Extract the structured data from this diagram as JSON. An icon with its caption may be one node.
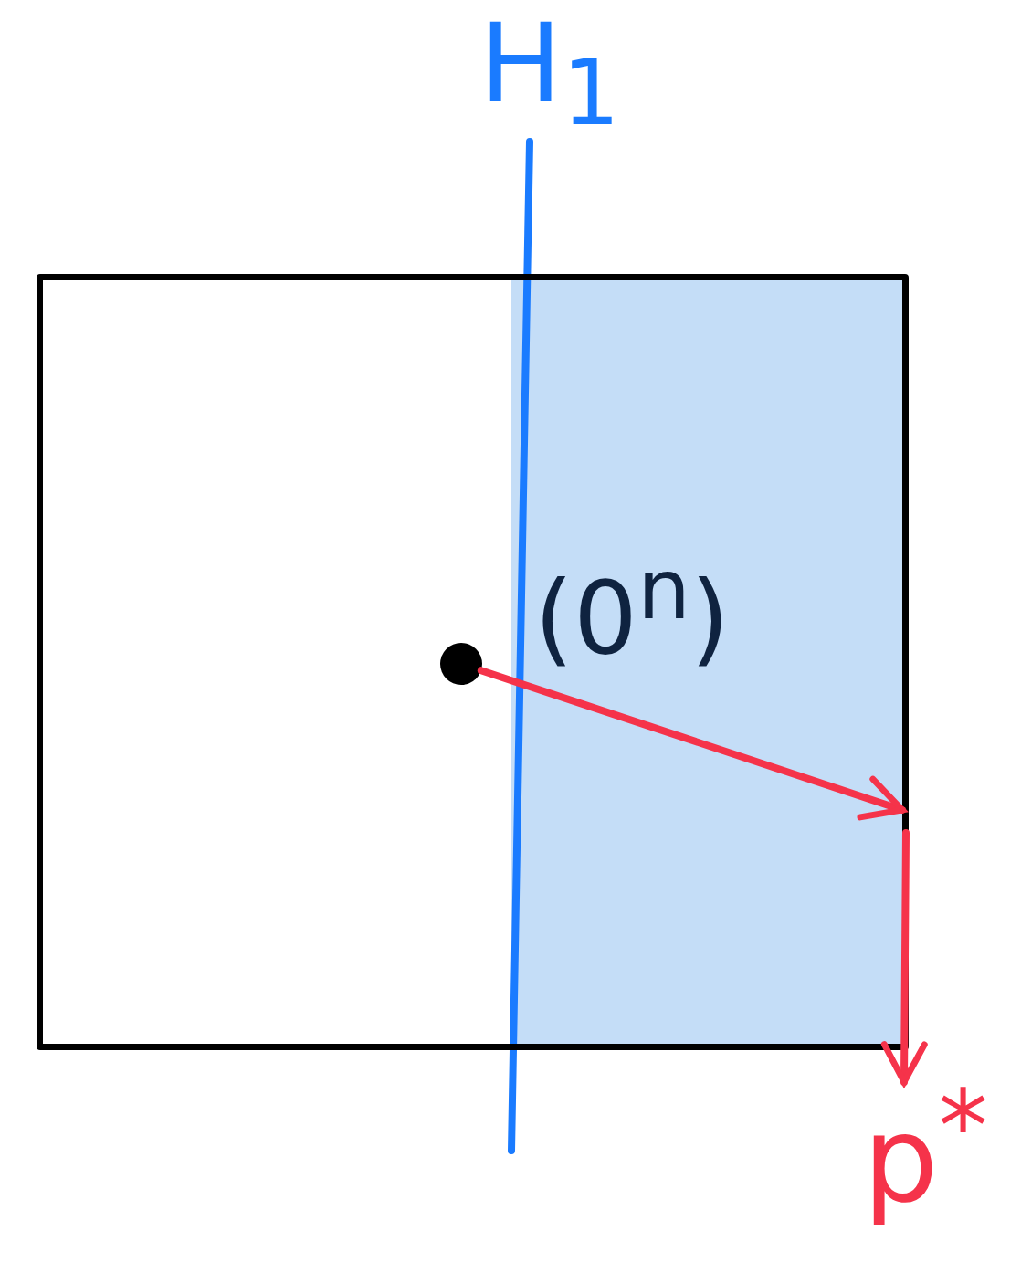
{
  "diagram": {
    "nodes": [
      {
        "text": [],
        "shape": "box"
      },
      {
        "text": [],
        "shape": "circle",
        "in": 0
      },
      {
        "text": [
          "p$^{*}$"
        ]
      }
    ],
    "edges": [
      {
        "from": 1,
        "to": 0,
        "arrow": "to",
        "color": "#f5334a"
      },
      {
        "from": 0,
        "to": 2,
        "arrow": "to",
        "color": "#f5334a"
      }
    ],
    "labels": [
      "H$_{1}$",
      "(0$^{n}$)"
    ]
  }
}
